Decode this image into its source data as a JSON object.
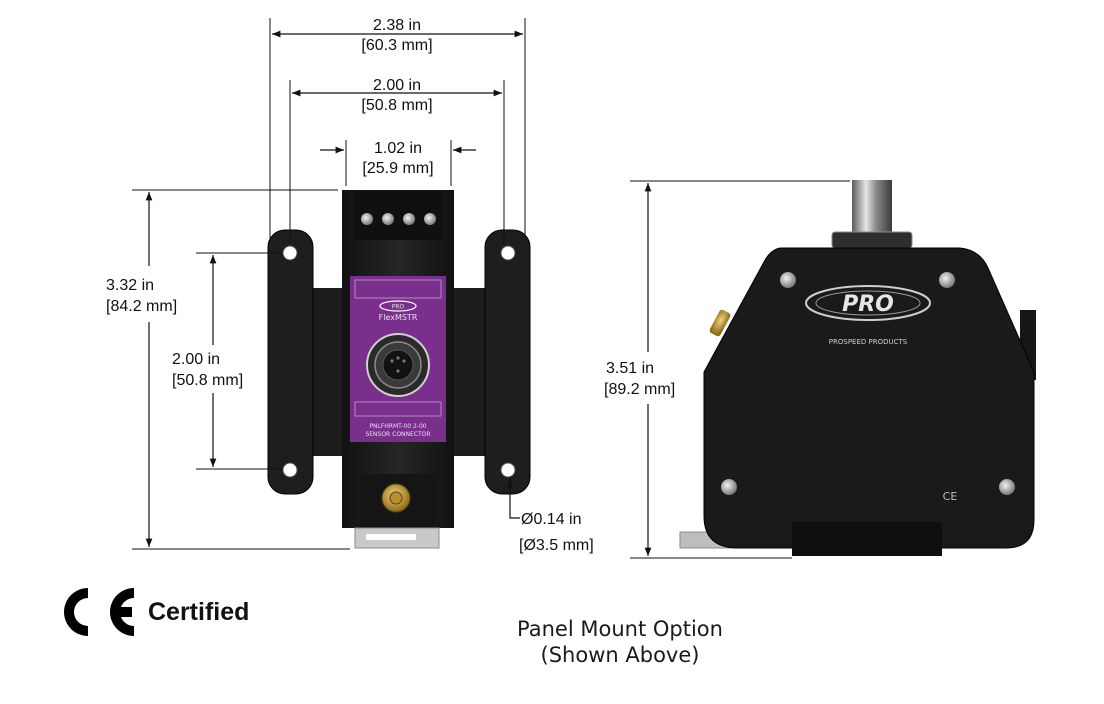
{
  "dimensions": {
    "overall_width": {
      "imperial": "2.38 in",
      "metric": "[60.3 mm]"
    },
    "mount_hole_spacing": {
      "imperial": "2.00 in",
      "metric": "[50.8 mm]"
    },
    "body_width": {
      "imperial": "1.02 in",
      "metric": "[25.9 mm]"
    },
    "overall_height": {
      "imperial": "3.32 in",
      "metric": "[84.2 mm]"
    },
    "vertical_hole_spacing": {
      "imperial": "2.00 in",
      "metric": "[50.8 mm]"
    },
    "hole_diameter": {
      "imperial": "Ø0.14 in",
      "metric": "[Ø3.5 mm]"
    },
    "side_height": {
      "imperial": "3.51 in",
      "metric": "[89.2 mm]"
    }
  },
  "front_label": {
    "logo": "PRO",
    "product": "FlexMSTR",
    "fine_print": [
      "PNLFHRMT-00 2-00",
      "SENSOR CONNECTOR"
    ]
  },
  "side_label": {
    "logo": "PRO",
    "engraving": "PROSPEED PRODUCTS"
  },
  "certification": {
    "mark": "CE",
    "label": "Certified"
  },
  "caption": {
    "line1": "Panel Mount Option",
    "line2": "(Shown Above)"
  },
  "colors": {
    "accent": "#7a2f8c",
    "body": "#1b1b1b",
    "dim_line": "#111111"
  }
}
